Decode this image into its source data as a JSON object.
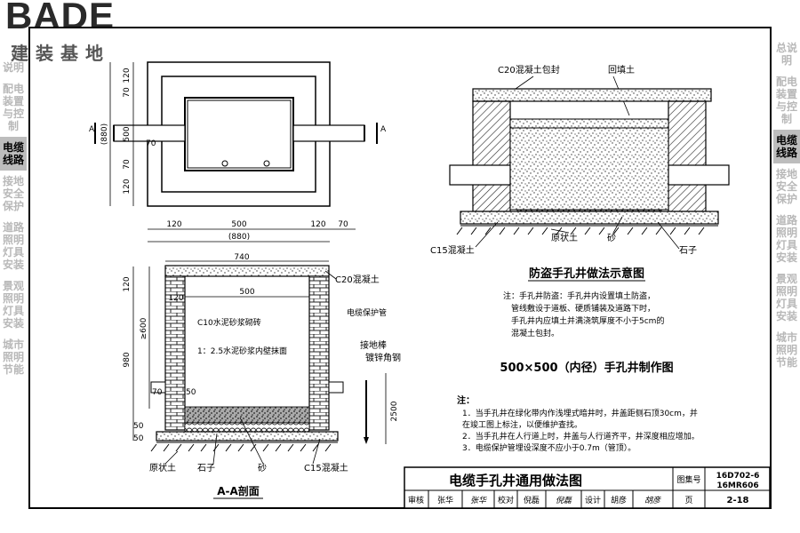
{
  "logo": {
    "brand": "BADE",
    "subtitle": "建装基地"
  },
  "left_tabs": [
    {
      "label": "说明",
      "active": false
    },
    {
      "label": "配电装置与控制",
      "active": false
    },
    {
      "label": "电缆线路",
      "active": true
    },
    {
      "label": "接地安全保护",
      "active": false
    },
    {
      "label": "道路照明灯具安装",
      "active": false
    },
    {
      "label": "景观照明灯具安装",
      "active": false
    },
    {
      "label": "城市照明节能",
      "active": false
    }
  ],
  "right_tabs": [
    {
      "label": "总说明",
      "active": false
    },
    {
      "label": "配电装置与控制",
      "active": false
    },
    {
      "label": "电缆线路",
      "active": true
    },
    {
      "label": "接地安全保护",
      "active": false
    },
    {
      "label": "道路照明灯具安装",
      "active": false
    },
    {
      "label": "景观照明灯具安装",
      "active": false
    },
    {
      "label": "城市照明节能",
      "active": false
    }
  ],
  "plan": {
    "section_mark": "A",
    "vdims": [
      "120",
      "70",
      "500",
      "70",
      "120"
    ],
    "vtotal": "(880)",
    "hdims": [
      "120",
      "500",
      "120",
      "70"
    ],
    "htotal": "(880)",
    "pipe_dim": "70"
  },
  "section": {
    "top_dim": "740",
    "inner_dim": "500",
    "wall_dim": "120",
    "left_dims": [
      "120",
      "≥600",
      "980"
    ],
    "bottom_dims": [
      "70",
      "50"
    ],
    "side_dims": [
      "50",
      "50"
    ],
    "labels": {
      "c20": "C20混凝土",
      "wall": "C10水泥砂浆砌砖",
      "plaster": "1：2.5水泥砂浆内壁抹面",
      "conduit": "电缆保护管",
      "ground_rod": "接地棒",
      "ground_rod2": "镀锌角钢",
      "rod_len": "2500",
      "soil": "原状土",
      "gravel": "石子",
      "sand": "砂",
      "c15": "C15混凝土"
    },
    "title": "A-A剖面"
  },
  "antitheft": {
    "label_cap": "C20混凝土包封",
    "label_backfill": "回填土",
    "label_c15": "C15混凝土",
    "label_soil": "原状土",
    "label_sand": "砂",
    "label_gravel": "石子",
    "title": "防盗手孔井做法示意图",
    "note_lines": [
      "注：手孔井防盗：手孔井内设置填土防盗，",
      "管线敷设于道板、硬质铺装及道路下时，",
      "手孔井内应填土并满浇筑厚度不小于5cm的",
      "混凝土包封。"
    ]
  },
  "drawing_title": "500×500（内径）手孔井制作图",
  "notes": {
    "heading": "注：",
    "items": [
      "1．当手孔井在绿化带内作浅埋式暗井时，井盖距侧石顶30cm，并",
      "    在竣工图上标注，以便维护查找。",
      "2．当手孔井在人行道上时，井盖与人行道齐平，井深度相应增加。",
      "3．电缆保护管埋设深度不应小于0.7m（管顶）。"
    ]
  },
  "title_block": {
    "title": "电缆手孔井通用做法图",
    "atlas_label": "图集号",
    "atlas_no1": "16D702-6",
    "atlas_no2": "16MR606",
    "review": "审核",
    "reviewer": "张华",
    "check": "校对",
    "checker": "倪磊",
    "design": "设计",
    "designer": "胡彦",
    "page_label": "页",
    "page_no": "2-18"
  }
}
